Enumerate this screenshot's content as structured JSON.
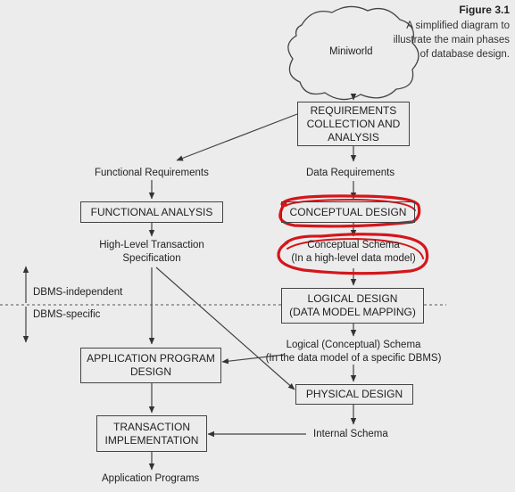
{
  "figure": {
    "label": "Figure 3.1",
    "caption": "A simplified diagram to illustrate the main phases of database design."
  },
  "nodes": {
    "miniworld": "Miniworld",
    "requirements": "REQUIREMENTS\nCOLLECTION AND\nANALYSIS",
    "functional_requirements": "Functional Requirements",
    "data_requirements": "Data Requirements",
    "functional_analysis": "FUNCTIONAL ANALYSIS",
    "conceptual_design": "CONCEPTUAL DESIGN",
    "high_level_spec": "High-Level Transaction\nSpecification",
    "conceptual_schema": "Conceptual Schema\n(In a high-level data model)",
    "logical_design": "LOGICAL DESIGN\n(DATA MODEL MAPPING)",
    "logical_schema": "Logical (Conceptual) Schema\n(In the data model of a specific DBMS)",
    "application_program_design": "APPLICATION PROGRAM\nDESIGN",
    "physical_design": "PHYSICAL DESIGN",
    "transaction_implementation": "TRANSACTION\nIMPLEMENTATION",
    "internal_schema": "Internal Schema",
    "application_programs": "Application Programs"
  },
  "divider": {
    "dbms_independent": "DBMS-independent",
    "dbms_specific": "DBMS-specific"
  },
  "colors": {
    "background": "#ececec",
    "line": "#444444",
    "highlight": "#d4161b"
  }
}
